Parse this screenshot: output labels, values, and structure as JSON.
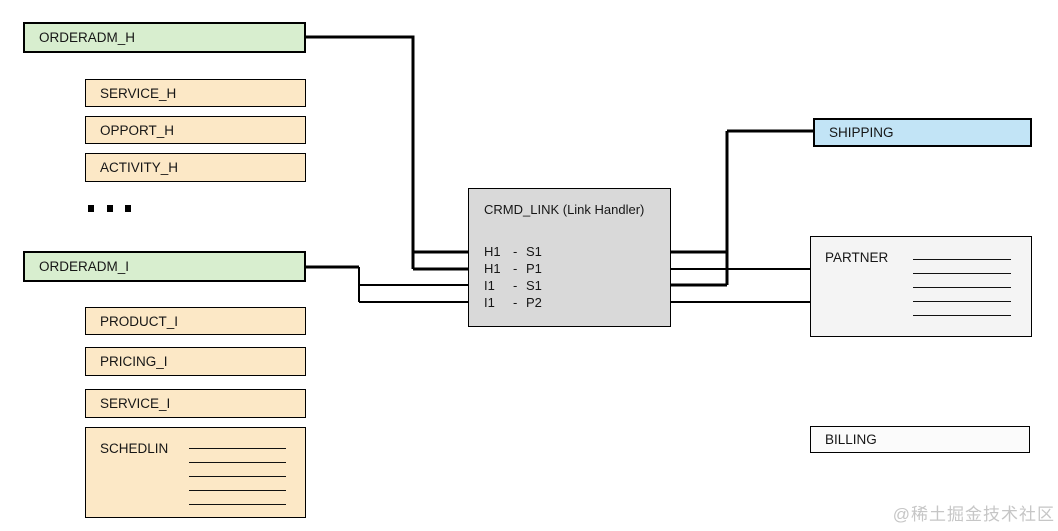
{
  "colors": {
    "green": "#d8eecf",
    "tan": "#fce8c6",
    "blue": "#c2e4f6",
    "gray": "#d9d9d9",
    "panel": "#f4f4f4",
    "white_box": "#fbfbfb",
    "line": "#000000",
    "watermark": "#c6c6c6"
  },
  "nodes": {
    "orderadm_h": {
      "label": "ORDERADM_H"
    },
    "h_children": [
      {
        "label": "SERVICE_H"
      },
      {
        "label": "OPPORT_H"
      },
      {
        "label": "ACTIVITY_H"
      }
    ],
    "orderadm_i": {
      "label": "ORDERADM_I"
    },
    "i_children": [
      {
        "label": "PRODUCT_I"
      },
      {
        "label": "PRICING_I"
      },
      {
        "label": "SERVICE_I"
      }
    ],
    "schedlin": {
      "label": "SCHEDLIN",
      "detail_lines": 5
    },
    "shipping": {
      "label": "SHIPPING"
    },
    "partner": {
      "label": "PARTNER",
      "detail_lines": 5
    },
    "billing": {
      "label": "BILLING"
    }
  },
  "ellipsis": {
    "shape": "squares",
    "count": 3
  },
  "link_handler": {
    "title": "CRMD_LINK (Link Handler)",
    "separator": "-",
    "rows": [
      [
        "H1",
        "S1"
      ],
      [
        "H1",
        "P1"
      ],
      [
        "I1",
        "S1"
      ],
      [
        "I1",
        "P2"
      ]
    ]
  },
  "connections": [
    {
      "from": "ORDERADM_H",
      "to": "CRMD_LINK",
      "rows": [
        "H1 - S1",
        "H1 - P1"
      ]
    },
    {
      "from": "ORDERADM_I",
      "to": "CRMD_LINK",
      "rows": [
        "I1 - S1",
        "I1 - P2"
      ]
    },
    {
      "from": "CRMD_LINK",
      "to": "SHIPPING",
      "rows": [
        "H1 - S1",
        "I1 - S1"
      ]
    },
    {
      "from": "CRMD_LINK",
      "to": "PARTNER",
      "rows": [
        "H1 - P1",
        "I1 - P2"
      ]
    }
  ],
  "watermark": "@稀土掘金技术社区"
}
